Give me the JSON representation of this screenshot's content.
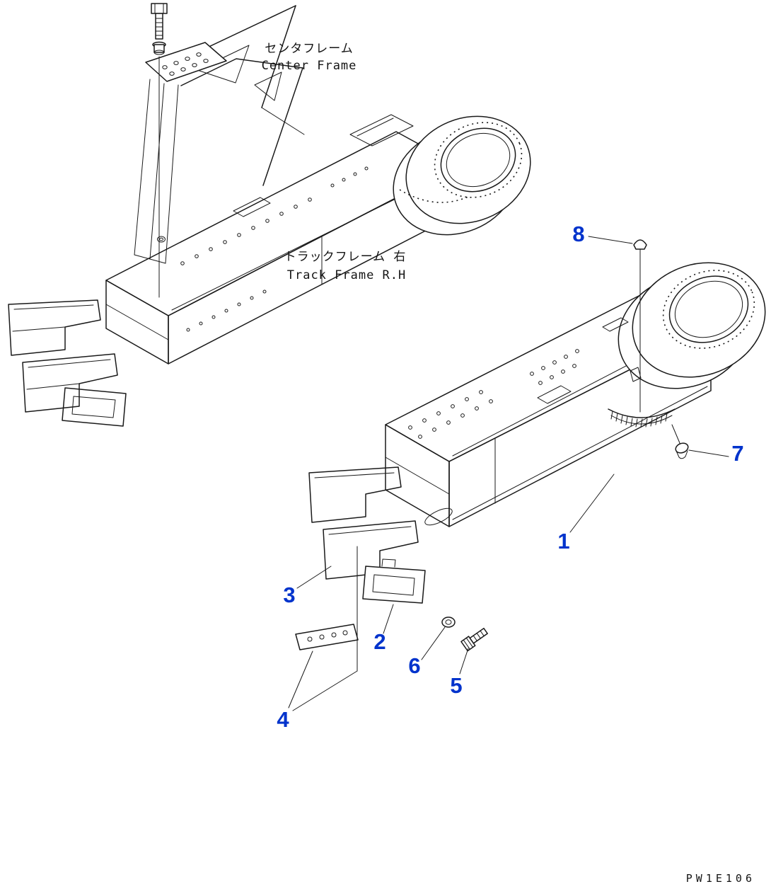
{
  "diagram": {
    "labels": {
      "center_frame_jp": "センタフレーム",
      "center_frame_en": "Center Frame",
      "track_frame_jp": "トラックフレーム 右",
      "track_frame_en": "Track Frame R.H"
    },
    "callouts": [
      "1",
      "2",
      "3",
      "4",
      "5",
      "6",
      "7",
      "8"
    ],
    "part_code": "PW1E106",
    "colors": {
      "callout_blue": "#0033cc",
      "line_black": "#1a1a1a",
      "background": "#ffffff"
    }
  }
}
